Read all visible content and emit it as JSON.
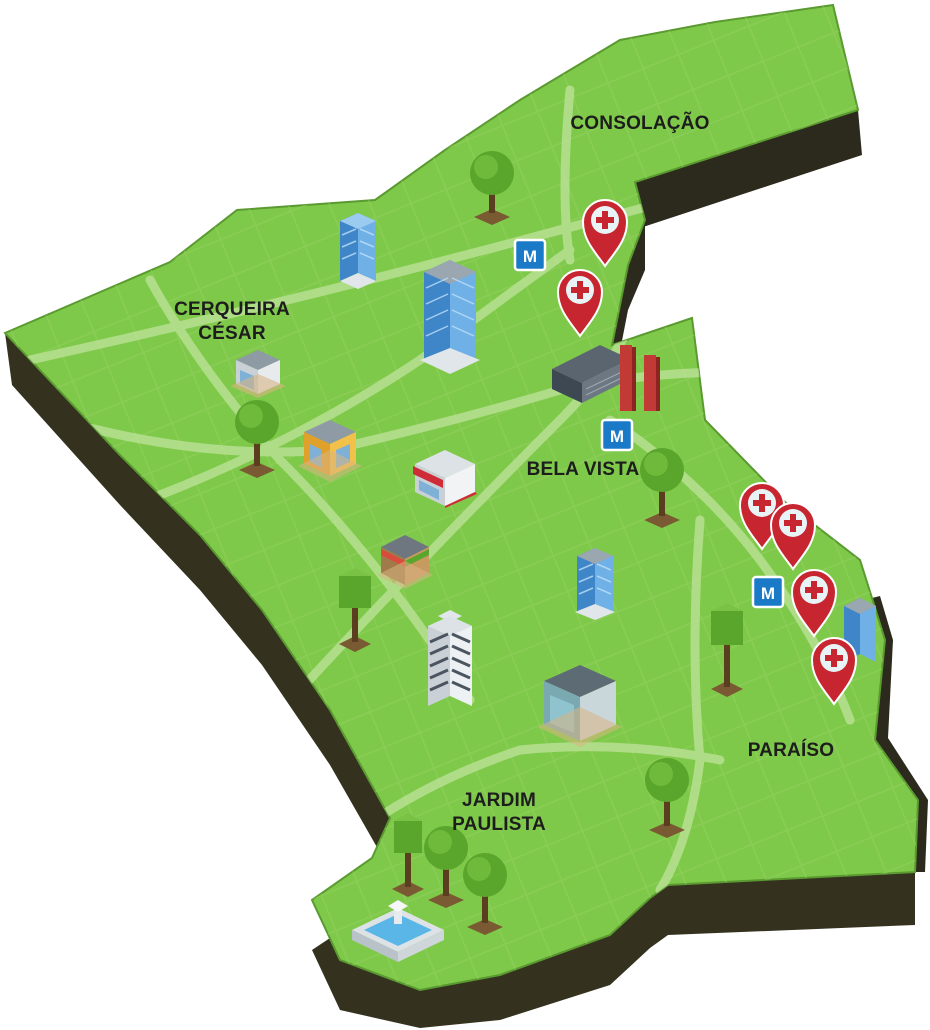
{
  "map": {
    "districts": [
      {
        "id": "consolacao",
        "lines": [
          "CONSOLAÇÃO"
        ]
      },
      {
        "id": "cerqueira-cesar",
        "lines": [
          "CERQUEIRA",
          "CÉSAR"
        ]
      },
      {
        "id": "bela-vista",
        "lines": [
          "BELA VISTA"
        ]
      },
      {
        "id": "paraiso",
        "lines": [
          "PARAÍSO"
        ]
      },
      {
        "id": "jardim-paulista",
        "lines": [
          "JARDIM",
          "PAULISTA"
        ]
      }
    ],
    "metro_label": "M",
    "colors": {
      "land": "#7fc94a",
      "land_dark": "#6db53a",
      "street": "#96d566",
      "avenue": "#bfe39c",
      "edge": "#3d3a27",
      "edge_dark": "#2c2a1c",
      "metro": "#1b7ac8",
      "pin": "#c72631",
      "pin_inner": "#e8f3f5"
    },
    "icons": {
      "hospital_pin": "hospital-pin-icon",
      "metro": "metro-station-icon",
      "tree": "tree-icon",
      "building": "building-icon",
      "fountain": "fountain-icon"
    }
  }
}
